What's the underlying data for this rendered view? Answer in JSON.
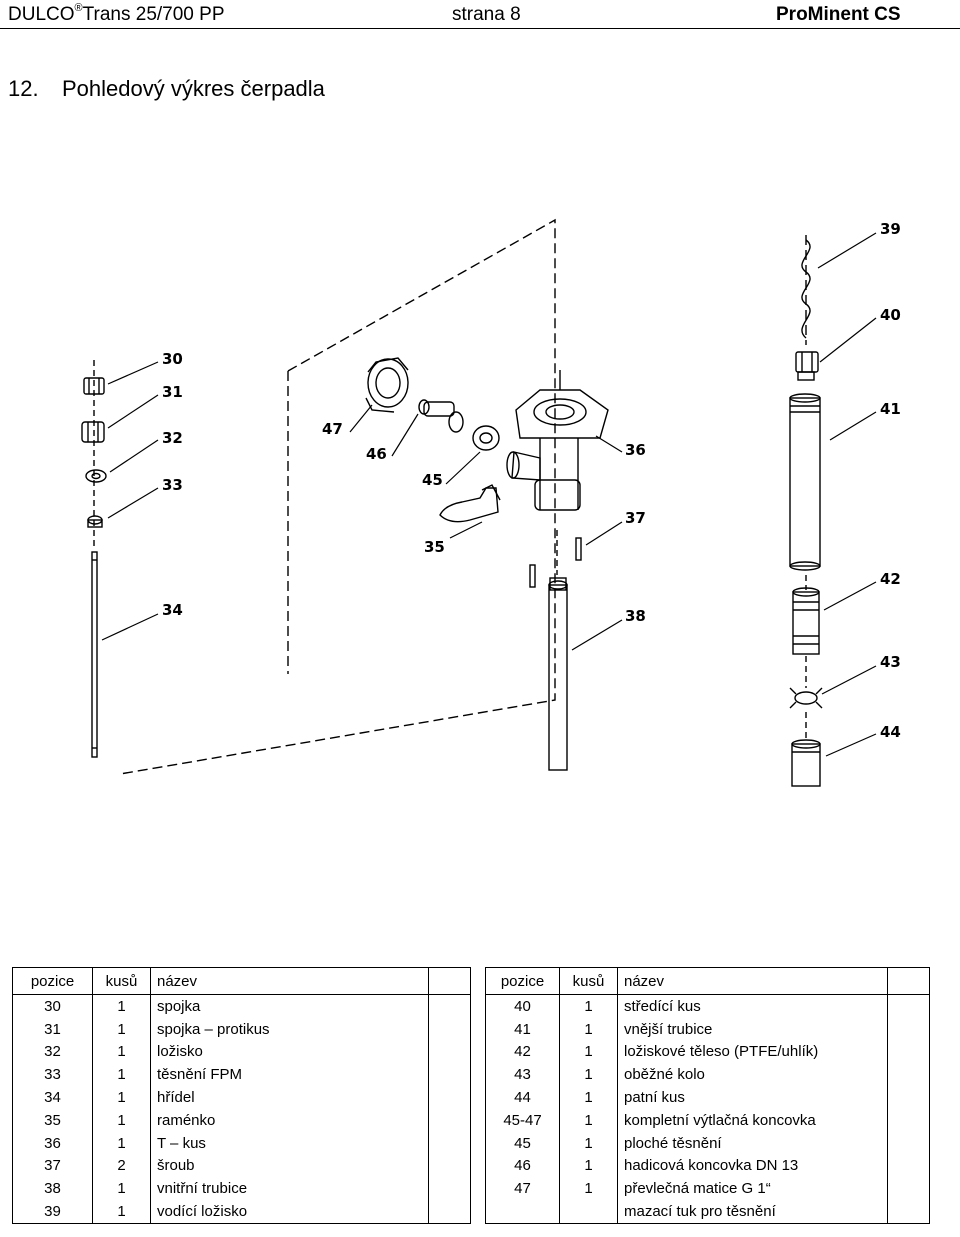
{
  "header": {
    "product": "DULCO",
    "registered": "®",
    "product_rest": "Trans 25/700 PP",
    "page": "strana 8",
    "brand": "ProMinent CS"
  },
  "section": {
    "number": "12.",
    "title": "Pohledový výkres čerpadla"
  },
  "drawing": {
    "callouts": [
      "30",
      "31",
      "32",
      "33",
      "34",
      "35",
      "36",
      "37",
      "38",
      "39",
      "40",
      "41",
      "42",
      "43",
      "44",
      "45",
      "46",
      "47"
    ]
  },
  "table_headers": {
    "pos": "pozice",
    "qty": "kusů",
    "name": "název"
  },
  "parts_left": [
    {
      "pos": "30",
      "qty": "1",
      "name": "spojka"
    },
    {
      "pos": "31",
      "qty": "1",
      "name": "spojka – protikus"
    },
    {
      "pos": "32",
      "qty": "1",
      "name": "ložisko"
    },
    {
      "pos": "33",
      "qty": "1",
      "name": "těsnění FPM"
    },
    {
      "pos": "34",
      "qty": "1",
      "name": "hřídel"
    },
    {
      "pos": "35",
      "qty": "1",
      "name": "raménko"
    },
    {
      "pos": "36",
      "qty": "1",
      "name": "T – kus"
    },
    {
      "pos": "37",
      "qty": "2",
      "name": "šroub"
    },
    {
      "pos": "38",
      "qty": "1",
      "name": "vnitřní trubice"
    },
    {
      "pos": "39",
      "qty": "1",
      "name": "vodící ložisko"
    }
  ],
  "parts_right": [
    {
      "pos": "40",
      "qty": "1",
      "name": "středící kus"
    },
    {
      "pos": "41",
      "qty": "1",
      "name": "vnější trubice"
    },
    {
      "pos": "42",
      "qty": "1",
      "name": "ložiskové těleso (PTFE/uhlík)"
    },
    {
      "pos": "43",
      "qty": "1",
      "name": "oběžné kolo"
    },
    {
      "pos": "44",
      "qty": "1",
      "name": "patní kus"
    },
    {
      "pos": "45-47",
      "qty": "1",
      "name": "kompletní výtlačná koncovka"
    },
    {
      "pos": "45",
      "qty": "1",
      "name": "ploché těsnění"
    },
    {
      "pos": "46",
      "qty": "1",
      "name": "hadicová koncovka DN 13"
    },
    {
      "pos": "47",
      "qty": "1",
      "name": "převlečná matice G 1“"
    },
    {
      "pos": "",
      "qty": "",
      "name": "mazací tuk pro těsnění"
    }
  ]
}
